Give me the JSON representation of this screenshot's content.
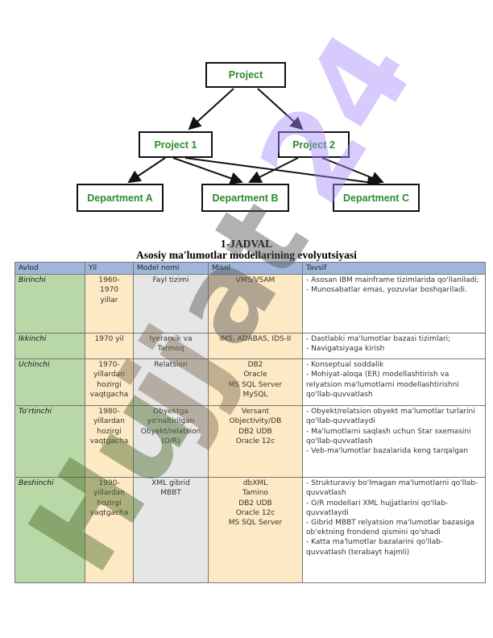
{
  "diagram": {
    "root": "Project",
    "projects": [
      "Project 1",
      "Project 2"
    ],
    "departments": [
      "Department A",
      "Department B",
      "Department C"
    ]
  },
  "caption": {
    "number": "1-JADVAL",
    "title": "Asosiy ma'lumotlar modellarining evolyutsiyasi"
  },
  "table": {
    "headers": [
      "Avlod",
      "Yil",
      "Model nomi",
      "Misol",
      "Tavsif"
    ],
    "rows": [
      {
        "avlod": "Birinchi",
        "yil": [
          "1960-",
          "1970",
          "yillar"
        ],
        "model": [
          "Fayl tizimi"
        ],
        "misol": [
          "VMS/VSAM"
        ],
        "tavsif": [
          "- Asosan IBM mainframe tizimlarida qo'llaniladi;",
          "- Munosabatlar emas, yozuvlar boshqariladi."
        ]
      },
      {
        "avlod": "Ikkinchi",
        "yil": [
          "1970 yil"
        ],
        "model": [
          "Iyerarxik va",
          "Tarmoq"
        ],
        "misol": [
          "IMS, ADABAS, IDS-II"
        ],
        "tavsif": [
          "- Dastlabki ma'lumotlar bazasi tizimlari;",
          "- Navigatsiyaga kirish"
        ]
      },
      {
        "avlod": "Uchinchi",
        "yil": [
          "1970-",
          "yillardan",
          "hozirgi",
          "vaqtgacha"
        ],
        "model": [
          "Relatsion"
        ],
        "misol": [
          "DB2",
          "Oracle",
          "MS SQL Server",
          "MySQL"
        ],
        "tavsif": [
          "- Konseptual soddalik",
          "- Mohiyat-aloqa (ER) modellashtirish va relyatsion ma'lumotlarni modellashtirishni qo'llab-quvvatlash"
        ]
      },
      {
        "avlod": "To'rtinchi",
        "yil": [
          "1980-",
          "yillardan",
          "hozirgi",
          "vaqtgacha"
        ],
        "model": [
          "Obyektga",
          "yo'naltirilgan",
          "Obyekt/relatsion",
          "(O/R)"
        ],
        "misol": [
          "Versant",
          "Objectivity/DB",
          "DB2 UDB",
          "Oracle 12c"
        ],
        "tavsif": [
          "- Obyekt/relatsion obyekt ma'lumotlar turlarini qo'llab-quvvatlaydi",
          "- Ma'lumotlarni saqlash uchun Star sxemasini qo'llab-quvvatlash",
          "- Veb-ma'lumotlar bazalarida keng tarqalgan"
        ]
      },
      {
        "avlod": "Beshinchi",
        "yil": [
          "1990-",
          "yillardan",
          "hozirgi",
          "vaqtgacha"
        ],
        "model": [
          "XML gibrid",
          "MBBT"
        ],
        "misol": [
          "dbXML",
          "Tamino",
          "DB2 UDB",
          "Oracle 12c",
          "MS SQL Server"
        ],
        "tavsif": [
          "- Strukturaviy bo'lmagan ma'lumotlarni qo'llab-quvvatlash",
          "- O/R modellari XML hujjatlarini qo'llab-quvvatlaydi",
          "- Gibrid MBBT relyatsion ma'lumotlar bazasiga ob'ektning frondend qismini qo'shadi",
          "- Katta ma'lumotlar bazalarini qo'llab-quvvatlash (terabayt hajmli)"
        ]
      }
    ]
  },
  "watermark": "Hujjat.24"
}
